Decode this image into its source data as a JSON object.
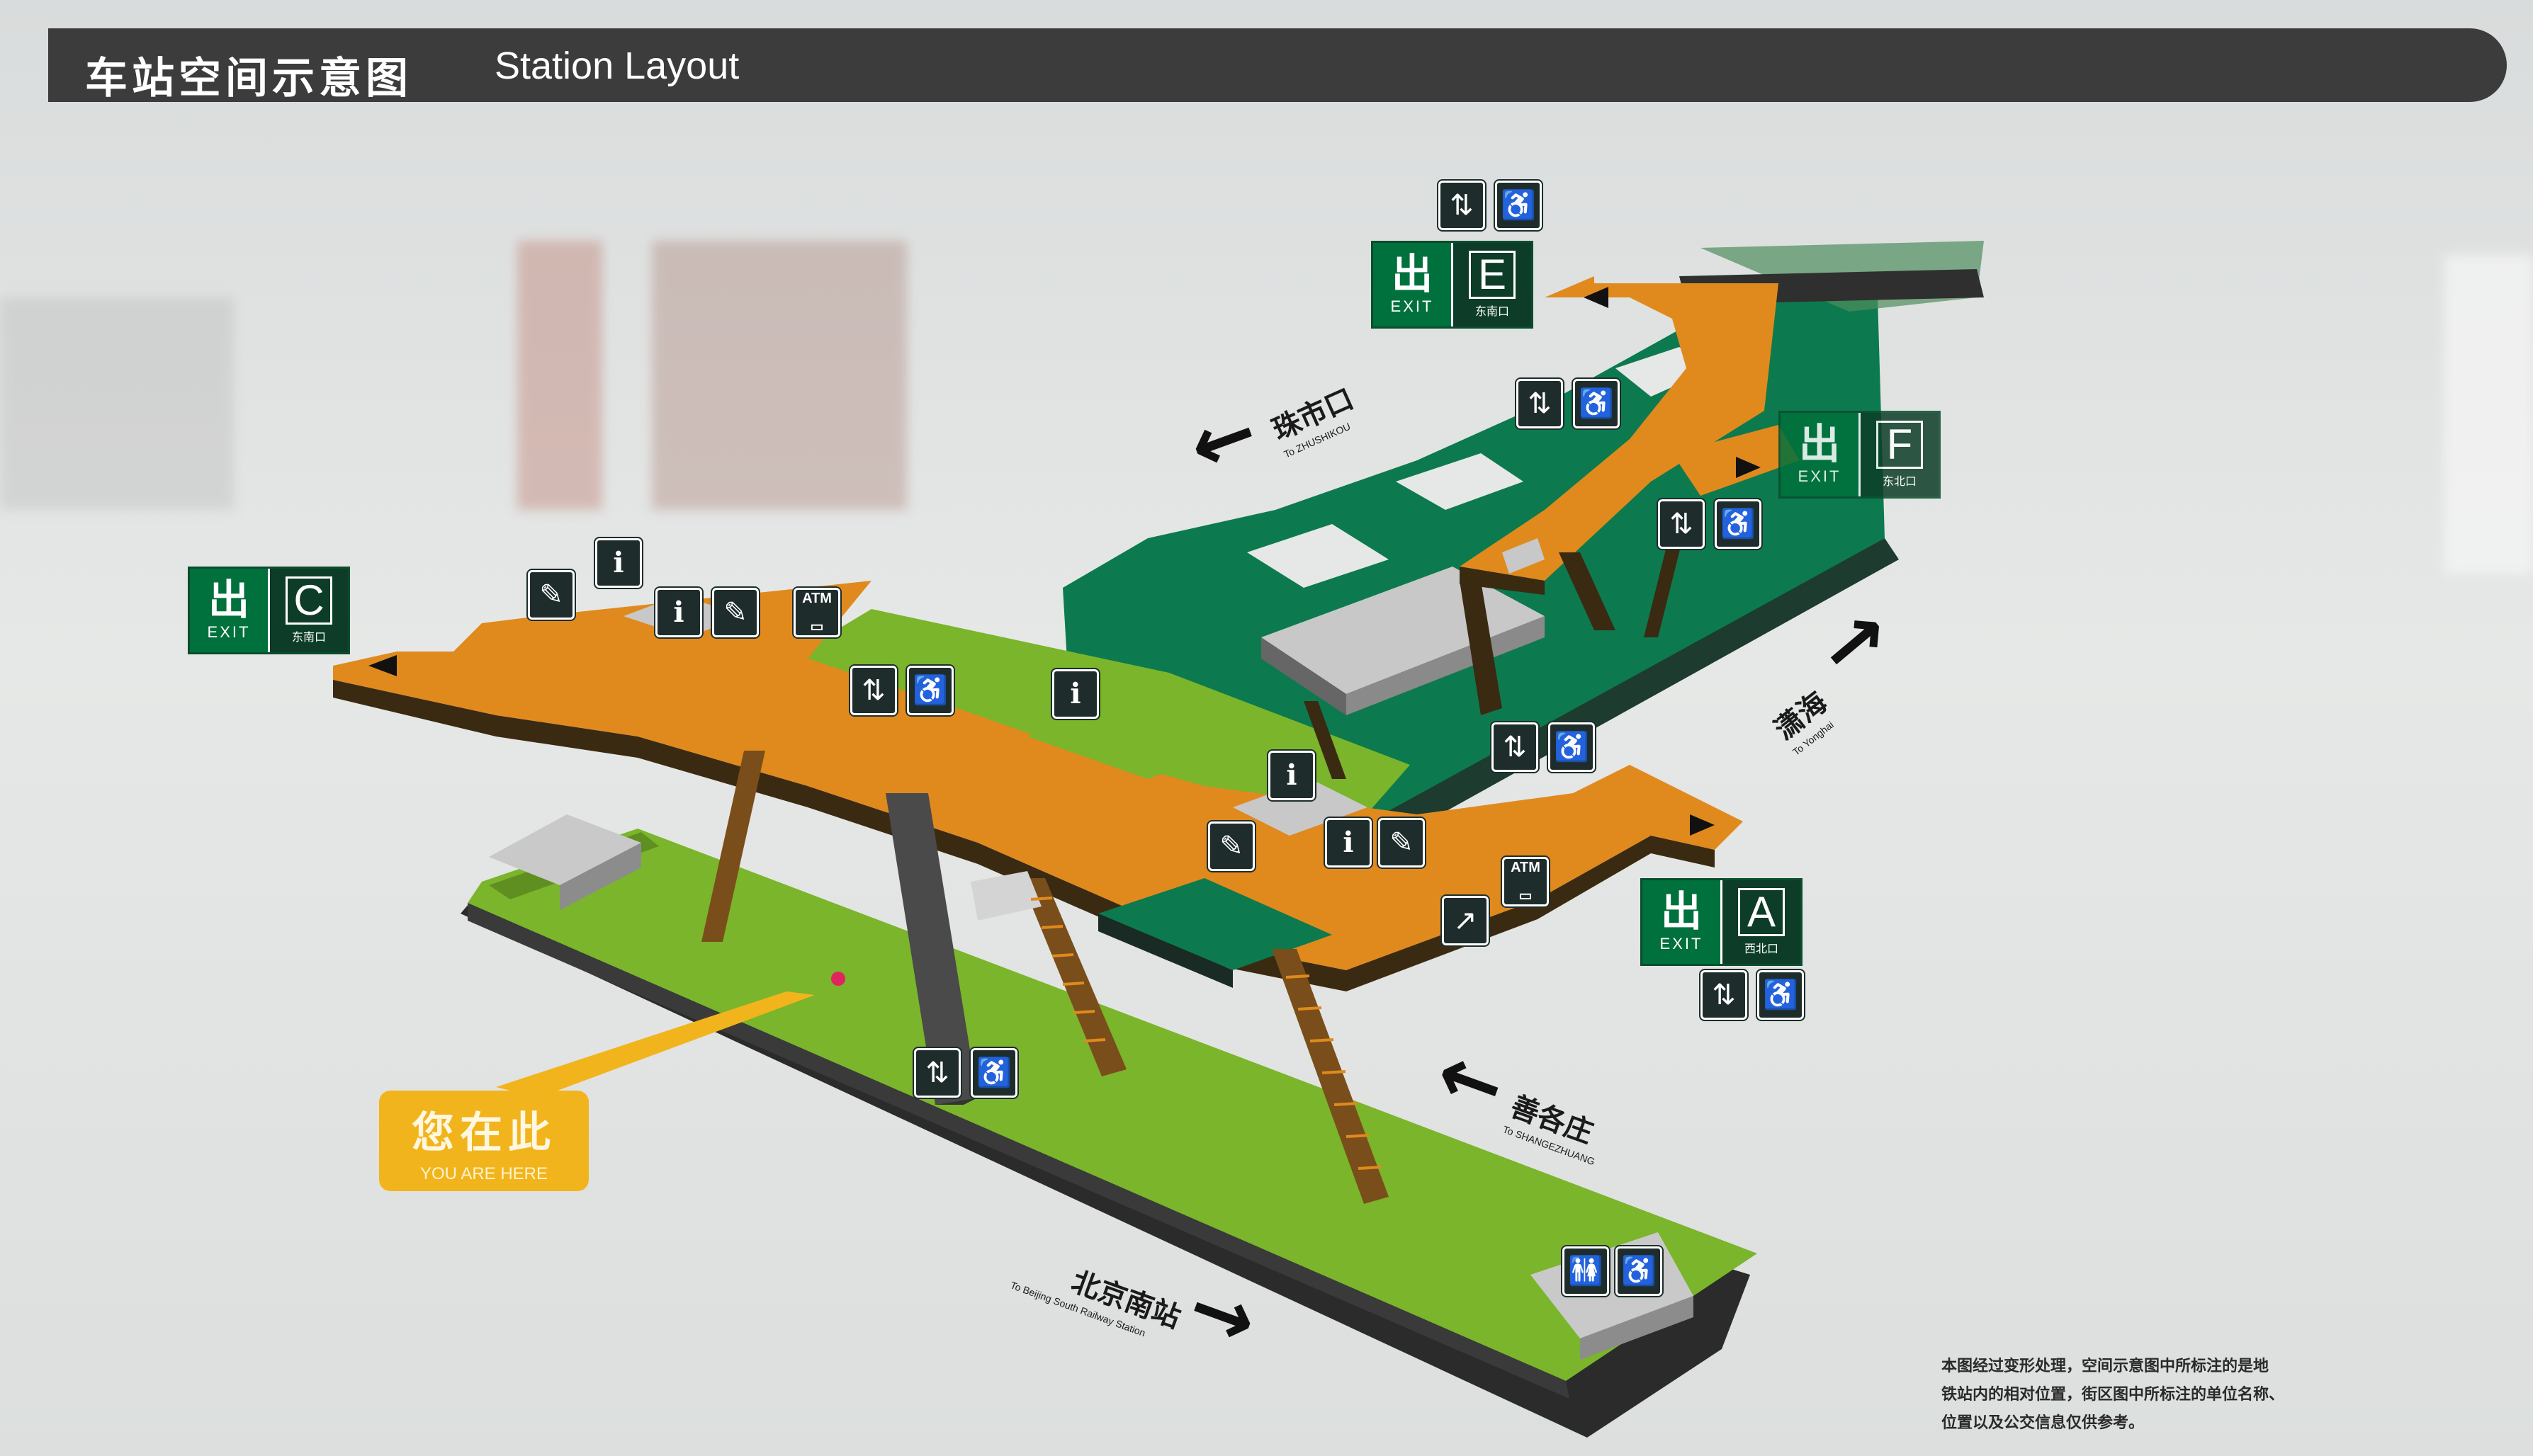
{
  "header": {
    "title_cn": "车站空间示意图",
    "title_en": "Station Layout"
  },
  "exits": [
    {
      "id": "C",
      "chu": "出",
      "word": "EXIT",
      "letter": "C",
      "sub": "东南口"
    },
    {
      "id": "E",
      "chu": "出",
      "word": "EXIT",
      "letter": "E",
      "sub": "东南口"
    },
    {
      "id": "F",
      "chu": "出",
      "word": "EXIT",
      "letter": "F",
      "sub": "东北口"
    },
    {
      "id": "A",
      "chu": "出",
      "word": "EXIT",
      "letter": "A",
      "sub": "西北口"
    }
  ],
  "directions": {
    "zhushikou": {
      "cn": "珠市口",
      "en": "To ZHUSHIKOU"
    },
    "yonghai": {
      "cn": "潇海",
      "en": "To Yonghai"
    },
    "shangezhuang": {
      "cn": "善各庄",
      "en": "To SHANGEZHUANG"
    },
    "beijing_south": {
      "cn": "北京南站",
      "en": "To Beijing South Railway Station"
    }
  },
  "icons": {
    "atm": "ATM",
    "elevator": "elevator-icon",
    "wheelchair": "wheelchair-icon",
    "ticket": "ticket-icon",
    "service": "service-icon",
    "toilet": "toilet-icon",
    "stairs": "stairs-icon"
  },
  "you_are_here": {
    "cn": "您在此",
    "en": "YOU ARE HERE"
  },
  "disclaimer": {
    "line1": "本图经过变形处理，空间示意图中所标注的是地",
    "line2": "铁站内的相对位置，街区图中所标注的单位名称、",
    "line3": "位置以及公交信息仅供参考。"
  },
  "colors": {
    "concourse_orange": "#e08a1e",
    "platform_green": "#7ab52b",
    "upper_green": "#0c7a4e",
    "exit_green": "#00703c",
    "banner": "#3c3c3c",
    "you_are_here": "#f2b41c"
  }
}
